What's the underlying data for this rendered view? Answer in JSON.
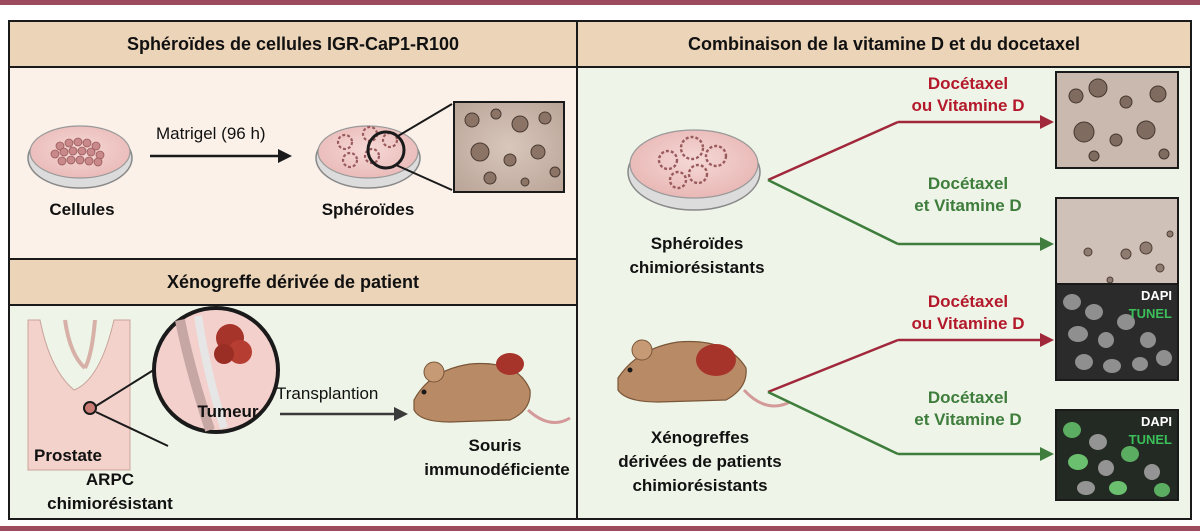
{
  "panels": {
    "spheroids": {
      "title": "Sphéroïdes de cellules IGR-CaP1-R100",
      "arrow_label": "Matrigel (96 h)",
      "cells_label": "Cellules",
      "spheroids_label": "Sphéroïdes"
    },
    "xenograft": {
      "title": "Xénogreffe dérivée de patient",
      "tumor_label": "Tumeur",
      "prostate_label": "Prostate",
      "arpc_line1": "ARPC",
      "arpc_line2": "chimiorésistant",
      "arrow_label": "Transplantion",
      "mouse_line1": "Souris",
      "mouse_line2": "immunodéficiente"
    },
    "combination": {
      "title": "Combinaison de la vitamine D et du docetaxel",
      "spheroids_line1": "Sphéroïdes",
      "spheroids_line2": "chimiorésistants",
      "xeno_line1": "Xénogreffes",
      "xeno_line2": "dérivées de patients",
      "xeno_line3": "chimiorésistants",
      "branches": [
        {
          "line1": "Docétaxel",
          "line2": "ou Vitamine D",
          "color": "#b3192b"
        },
        {
          "line1": "Docétaxel",
          "line2": "et Vitamine D",
          "color": "#3e7d3c"
        },
        {
          "line1": "Docétaxel",
          "line2": "ou Vitamine D",
          "color": "#b3192b"
        },
        {
          "line1": "Docétaxel",
          "line2": "et Vitamine D",
          "color": "#3e7d3c"
        }
      ],
      "stain_dapi": "DAPI",
      "stain_tunel": "TUNEL"
    }
  },
  "colors": {
    "header_bg": "#ecd4b9",
    "panel_top_bg": "#fbf1e9",
    "panel_green_bg": "#eef5e8",
    "red_arrow": "#a1283a",
    "green_arrow": "#3e7d3c",
    "frame_bar": "#9c4a5e"
  }
}
